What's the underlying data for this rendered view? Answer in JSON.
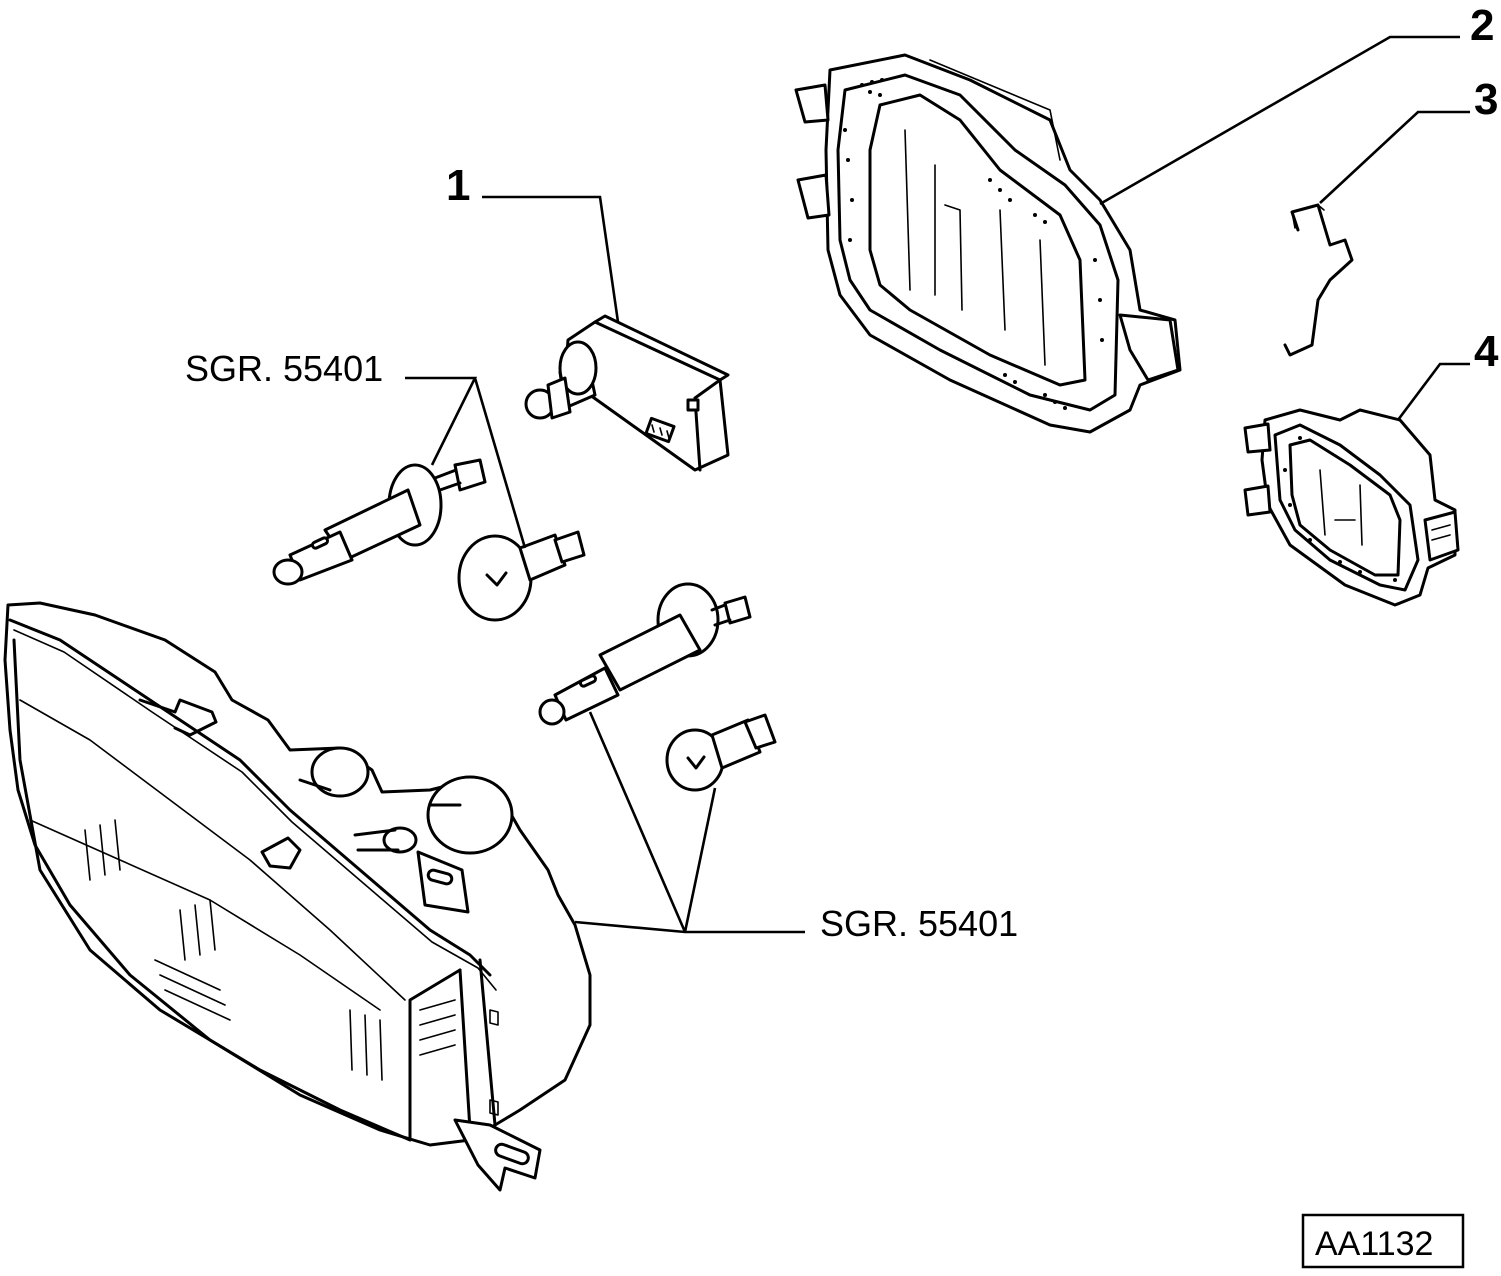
{
  "callouts": {
    "p1": "1",
    "p2": "2",
    "p3": "3",
    "p4": "4"
  },
  "references": {
    "upper": "SGR. 55401",
    "lower": "SGR. 55401"
  },
  "drawing_code": "AA1132"
}
